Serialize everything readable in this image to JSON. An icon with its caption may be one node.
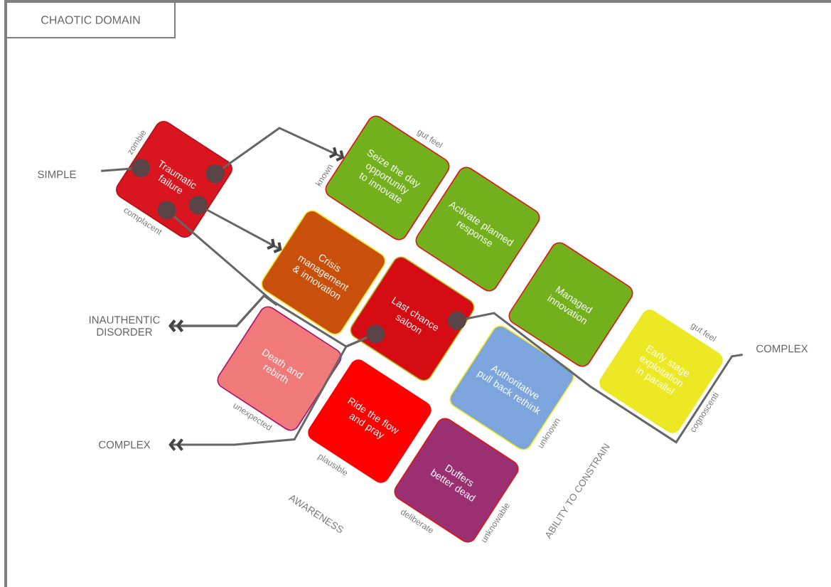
{
  "diagram": {
    "title": "CHAOTIC DOMAIN",
    "nodes": [
      {
        "text": [
          "SIMPLE"
        ]
      },
      {
        "text": [
          "Traumatic failure"
        ]
      },
      {
        "text": [
          "Seize the day opportunity to innovate"
        ]
      },
      {
        "text": [
          "Activate planned response"
        ]
      },
      {
        "text": [
          "Crisis management & innovation"
        ]
      },
      {
        "text": [
          "Last chance saloon"
        ]
      },
      {
        "text": [
          "Managed innovation"
        ]
      },
      {
        "text": [
          "INAUTHENTIC DISORDER"
        ]
      },
      {
        "text": [
          "Death and rebirth"
        ]
      },
      {
        "text": [
          "Early stage exploitation in parallel"
        ]
      },
      {
        "text": [
          "Authoritative pull back rethink"
        ]
      },
      {
        "text": [
          "Ride the flow and pray"
        ]
      },
      {
        "text": [
          "COMPLEX"
        ]
      },
      {
        "text": [
          "Duffers better dead"
        ]
      },
      {
        "text": [
          "COMPLEX"
        ]
      },
      {
        "text": [],
        "shape": "circle",
        "in": 1
      },
      {
        "text": [],
        "shape": "circle",
        "in": 1
      },
      {
        "text": [],
        "shape": "circle",
        "in": 1
      },
      {
        "text": [],
        "shape": "circle",
        "in": 1
      },
      {
        "text": [],
        "shape": "circle",
        "in": 5
      },
      {
        "text": [],
        "shape": "circle",
        "in": 5
      }
    ],
    "edges": [
      {
        "from": 0,
        "to": 15,
        "arrow": "none"
      },
      {
        "from": 18,
        "to": 2,
        "arrow": "to"
      },
      {
        "from": 17,
        "to": 4,
        "arrow": "to"
      },
      {
        "from": 16,
        "to": 7,
        "arrow": "to"
      },
      {
        "from": 19,
        "to": 7,
        "arrow": "to"
      },
      {
        "from": 19,
        "to": 12,
        "arrow": "to"
      },
      {
        "from": 20,
        "to": 14,
        "arrow": "none"
      }
    ],
    "labels": [
      "zombie",
      "gut feel",
      "known",
      "complacent",
      "gut feel",
      "cognoscenti",
      "unexpected",
      "unknown",
      "plausible",
      "ABILITY TO CONSTRAIN",
      "unknowable",
      "AWARENESS",
      "deliberate"
    ]
  }
}
